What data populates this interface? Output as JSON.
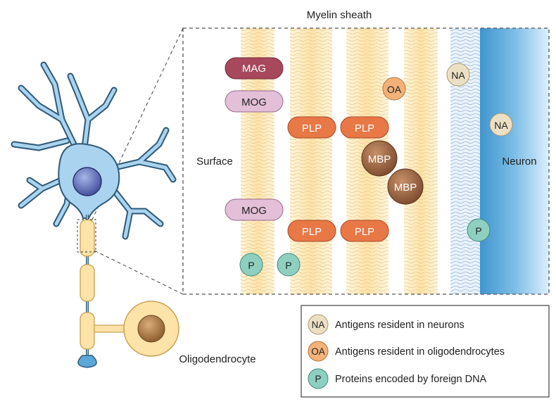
{
  "header": {
    "title": "Myelin sheath"
  },
  "labels": {
    "surface": "Surface",
    "neuron": "Neuron",
    "oligodendrocyte": "Oligodendrocyte"
  },
  "proteins": {
    "mag": "MAG",
    "mog": "MOG",
    "plp": "PLP",
    "mbp": "MBP",
    "oa": "OA",
    "na": "NA",
    "p": "P"
  },
  "legend": {
    "items": [
      {
        "symbol": "NA",
        "text": "Antigens resident in neurons",
        "color": "#ece0c4"
      },
      {
        "symbol": "OA",
        "text": "Antigens resident in oligodendrocytes",
        "color": "#f2b27a"
      },
      {
        "symbol": "P",
        "text": "Proteins encoded by foreign DNA",
        "color": "#8fcfc0"
      }
    ]
  },
  "colors": {
    "myelin_band": "#fde7b4",
    "neuron_blue": "#5aa8d8",
    "cell_body": "#a9d3ee",
    "mag": "#a8485c",
    "mog": "#e3bfd8",
    "plp": "#e87846",
    "mbp": "#9c6644"
  }
}
